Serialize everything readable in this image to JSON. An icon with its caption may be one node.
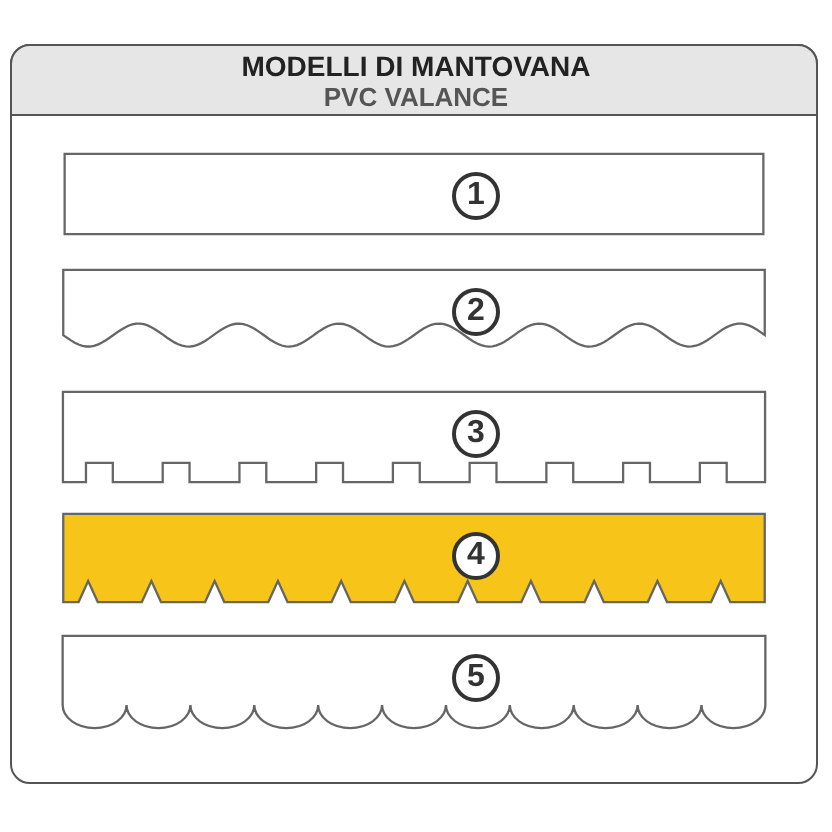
{
  "diagram": {
    "title": "MODELLI DI MANTOVANA",
    "nodes": [
      {
        "text": [
          "1"
        ]
      },
      {
        "text": [
          "2"
        ]
      },
      {
        "text": [
          "3"
        ]
      },
      {
        "text": [
          "4"
        ]
      },
      {
        "text": [
          "5"
        ]
      }
    ],
    "labels": [
      "PVC VALANCE"
    ]
  }
}
